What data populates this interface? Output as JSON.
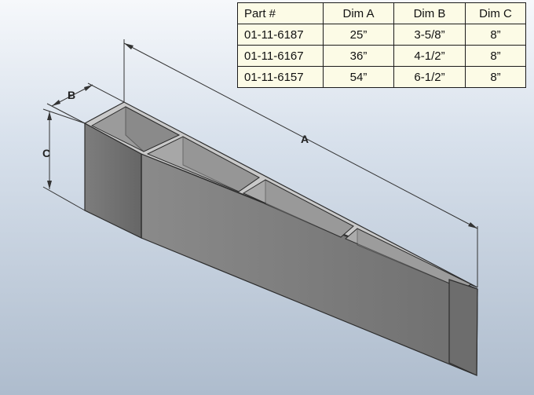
{
  "drawing": {
    "dimension_labels": {
      "a": "A",
      "b": "B",
      "c": "C"
    }
  },
  "table": {
    "headers": [
      "Part #",
      "Dim A",
      "Dim B",
      "Dim C"
    ],
    "rows": [
      [
        "01-11-6187",
        "25”",
        "3-5/8”",
        "8”"
      ],
      [
        "01-11-6167",
        "36”",
        "4-1/2”",
        "8”"
      ],
      [
        "01-11-6157",
        "54”",
        "6-1/2”",
        "8”"
      ]
    ]
  },
  "colors": {
    "table_background": "#fcfbe6",
    "part_face": "#7c7c7c",
    "background_top": "#f6f8fb",
    "background_bottom": "#aebccd"
  }
}
